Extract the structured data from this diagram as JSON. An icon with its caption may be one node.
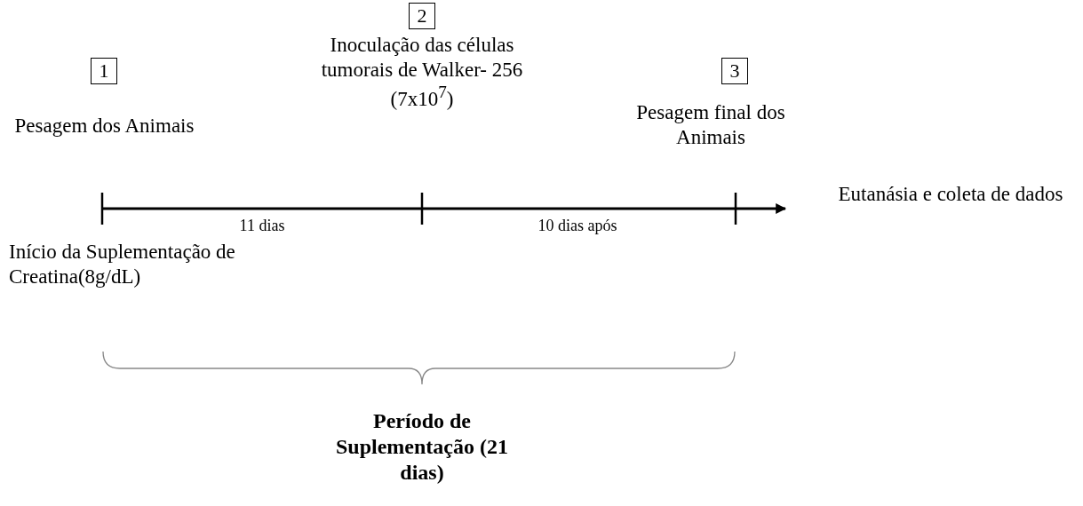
{
  "diagram": {
    "nodes": [
      {
        "text": [
          "1"
        ],
        "beside": [
          "Pesagem dos Animais"
        ]
      },
      {
        "text": [
          "2"
        ],
        "beside": [
          "Inoculação das células tumorais de Walker- 256 (7x10$^{7}$)"
        ]
      },
      {
        "text": [
          "3"
        ],
        "beside": [
          "Pesagem final dos Animais"
        ]
      }
    ],
    "labels": [
      "Eutanásia e coleta de dados",
      "11 dias",
      "10 dias após",
      "Início da Suplementação de Creatina(8g/dL)",
      "Período de Suplementação (21 dias)"
    ]
  }
}
